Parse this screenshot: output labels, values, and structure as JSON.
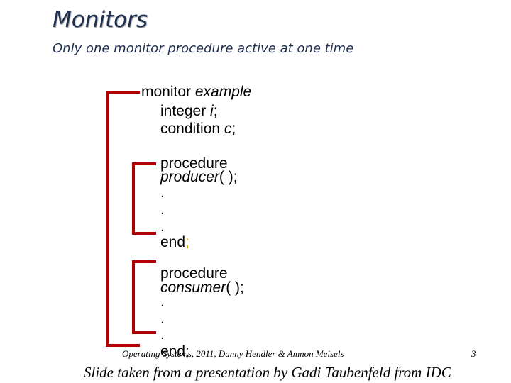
{
  "slide": {
    "title": "Monitors",
    "subtitle": "Only one monitor procedure active at one time",
    "code": {
      "monitor_kw": "monitor ",
      "monitor_name": "example",
      "int_kw": "integer ",
      "int_var": "i",
      "int_semi": ";",
      "cond_kw": "condition ",
      "cond_var": "c",
      "cond_semi": ";",
      "proc1_kw": "procedure",
      "proc1_name": "producer",
      "proc1_args": "( );",
      "proc2_kw": "procedure",
      "proc2_name": "consumer",
      "proc2_args": "( );",
      "dot": ".",
      "end_kw": "end",
      "end_semi": ";"
    },
    "footer": "Operating Systems, 2011, Danny Hendler & Amnon Meisels",
    "page_number": "3",
    "credit": "Slide taken from a presentation by Gadi Taubenfeld from IDC"
  },
  "colors": {
    "title": "#1f2f4f",
    "bracket": "#b00000",
    "highlight": "#c8a000"
  }
}
